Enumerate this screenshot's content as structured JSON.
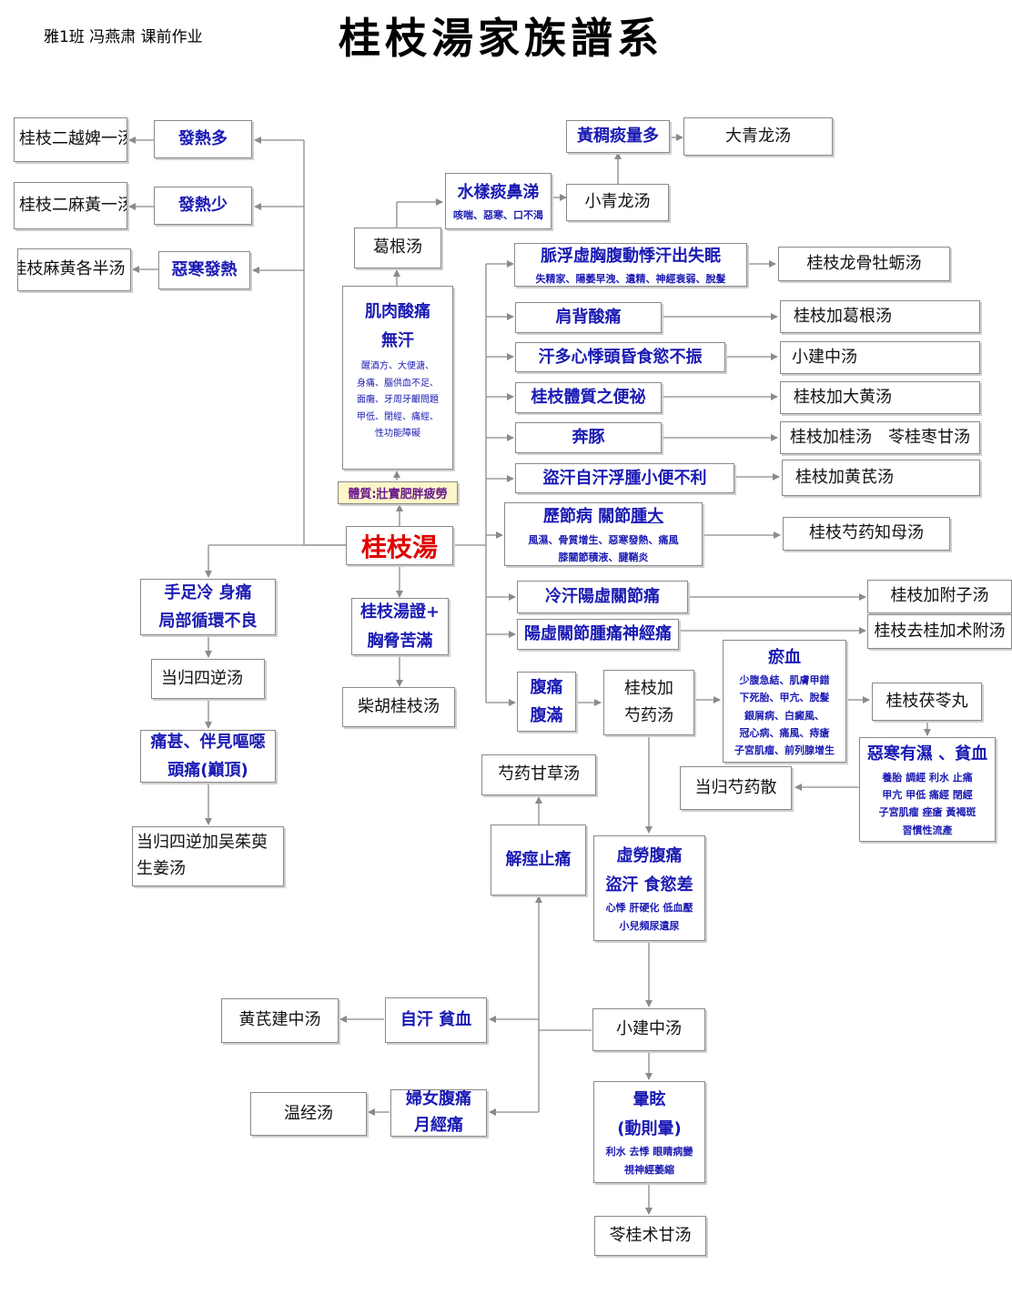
{
  "header": {
    "author": "雅1班 冯燕肃 课前作业",
    "title": "桂枝湯家族譜系"
  },
  "center": {
    "label": "桂枝湯"
  },
  "constitution": {
    "label": "體質:壯實肥胖疲勞"
  },
  "upper": {
    "symptom": {
      "lines": [
        "肌肉酸痛",
        "無汗"
      ],
      "details": [
        "醒酒方、大便溏、",
        "身痛、腦供血不足、",
        "面癱、牙周牙齦問題",
        "甲低、閉經、痛經、",
        "性功能障礙"
      ]
    },
    "gegen": "葛根汤",
    "fluid": {
      "title": "水樣痰鼻涕",
      "sub": "咳喘、惡寒、口不渴"
    },
    "xiaoqinglong": "小青龙汤",
    "sputum": "黃稠痰量多",
    "daqinglong": "大青龙汤"
  },
  "fever": [
    {
      "symptom": "發熱多",
      "formula": "桂枝二越婢一汤"
    },
    {
      "symptom": "發熱少",
      "formula": "桂枝二麻黃一汤"
    },
    {
      "symptom": "惡寒發熱",
      "formula": "桂枝麻黄各半汤"
    }
  ],
  "right": {
    "pulse": {
      "title": "脈浮虛胸腹動悸汗出失眠",
      "sub": "失精家、陽萎早洩、遺精、神經衰弱、脫髮",
      "formula": "桂枝龙骨牡蛎汤"
    },
    "shoulder": {
      "title": "肩背酸痛",
      "formula": "桂枝加葛根汤"
    },
    "sweat": {
      "title": "汗多心悸頭昏食慾不振",
      "formula": "小建中汤"
    },
    "constipation": {
      "title": "桂枝體質之便祕",
      "formula": "桂枝加大黄汤"
    },
    "benton": {
      "title": "奔豚",
      "formula": "桂枝加桂汤　苓桂枣甘汤"
    },
    "edema": {
      "title": "盜汗自汗浮腫小便不利",
      "formula": "桂枝加黄芪汤"
    },
    "joint": {
      "title1": "歷節病 關節",
      "title2": "腫大",
      "sub": [
        "風濕、骨質增生、惡寒發熱、痛風",
        "膝關節積液、腱鞘炎"
      ],
      "formula": "桂枝芍药知母汤"
    },
    "coldsweat": {
      "title": "冷汗陽虛關節痛",
      "formula": "桂枝加附子汤"
    },
    "yangxu": {
      "title": "陽虛關節腫痛神經痛",
      "formula": "桂枝去桂加术附汤"
    }
  },
  "abdomen": {
    "symptom": [
      "腹痛",
      "腹滿"
    ],
    "formula": [
      "桂枝加",
      "芍药汤"
    ],
    "blood": {
      "title": "瘀血",
      "details": [
        "少腹急結、肌膚甲錯",
        "下死胎、甲亢、脫髮",
        "銀屑病、白癜風、",
        "冠心病、痛風、痔瘡",
        "子宮肌瘤、前列腺增生"
      ]
    },
    "fuling": "桂枝茯苓丸",
    "coldDamp": {
      "title": "惡寒有濕 、貧血",
      "details": [
        "養胎 調經 利水 止痛",
        "甲亢 甲低 痛經 閉經",
        "子宮肌瘤 痤瘡 黃褐斑",
        "習慣性流產"
      ]
    },
    "danggui": "当归芍药散",
    "xulao": {
      "lines": [
        "虛勞腹痛",
        "盜汗 食慾差"
      ],
      "details": [
        "心悸  肝硬化 低血壓",
        "小兒頻尿遺尿"
      ]
    },
    "xiaojianzhong": "小建中汤",
    "spasm": "解痙止痛",
    "shaoyao": "芍药甘草汤",
    "anemia": "自汗  貧血",
    "huangqi": "黄芪建中汤",
    "women": [
      "婦女腹痛",
      "月經痛"
    ],
    "wenjing": "温经汤",
    "dizzy": {
      "lines": [
        "暈眩",
        "(動則暈)"
      ],
      "details": [
        "利水 去悸 眼睛病變",
        "視神經萎縮"
      ]
    },
    "linggui": "苓桂术甘汤"
  },
  "lower": {
    "bitter": [
      "桂枝湯證+",
      "胸脅苦滿"
    ],
    "chaihu": "柴胡桂枝汤"
  },
  "left": {
    "cold": [
      "手足冷  身痛",
      "局部循環不良"
    ],
    "danggui4": "当归四逆汤",
    "headache": [
      "痛甚、伴見嘔噁",
      "頭痛(巔頂)"
    ],
    "wuzhuyu": [
      "当归四逆加吴茱萸",
      "生姜汤"
    ]
  }
}
